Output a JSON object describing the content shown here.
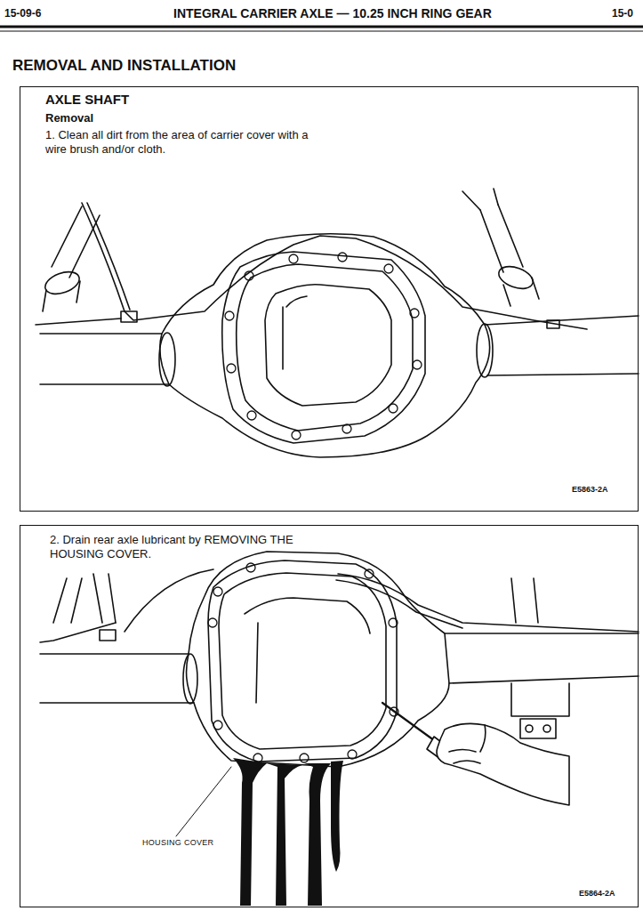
{
  "diagram": {
    "title": "REMOVAL AND INSTALLATION",
    "nodes": [
      {
        "text": [
          "AXLE SHAFT",
          "Removal",
          "1. Clean all dirt from the area of carrier cover with a wire brush and/or cloth.",
          "E5863-2A"
        ]
      },
      {
        "text": [
          "2. Drain rear axle lubricant by REMOVING THE HOUSING COVER.",
          "E5864-2A"
        ]
      }
    ],
    "edges": [],
    "labels": [
      "15-09-6",
      "INTEGRAL CARRIER AXLE — 10.25 INCH RING GEAR",
      "15-0",
      "HOUSING COVER"
    ]
  }
}
